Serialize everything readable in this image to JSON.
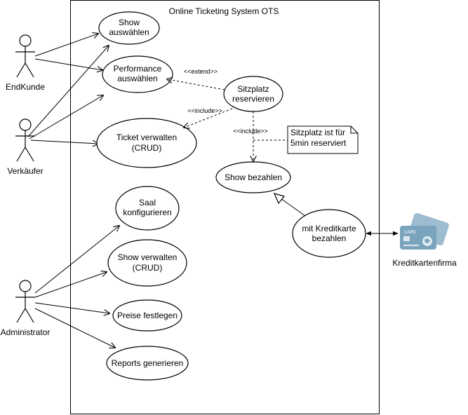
{
  "system": {
    "title": "Online  Ticketing System OTS"
  },
  "actors": {
    "endkunde": "EndKunde",
    "verkaeufer": "Verkäufer",
    "administrator": "Administrator",
    "kreditkartenfirma": "Kreditkartenfirma"
  },
  "use_cases": {
    "show_auswaehlen": [
      "Show",
      "auswählen"
    ],
    "performance_auswaehlen": [
      "Performance",
      "auswählen"
    ],
    "sitzplatz_reservieren": [
      "Sitzplatz",
      "reservieren"
    ],
    "ticket_verwalten": [
      "Ticket verwalten",
      "(CRUD)"
    ],
    "show_bezahlen": [
      "Show bezahlen"
    ],
    "saal_konfigurieren": [
      "Saal",
      "konfigurieren"
    ],
    "mit_kreditkarte_bezahlen": [
      "mit Kreditkarte",
      "bezahlen"
    ],
    "show_verwalten": [
      "Show verwalten",
      "(CRUD)"
    ],
    "preise_festlegen": [
      "Preise festlegen"
    ],
    "reports_generieren": [
      "Reports generieren"
    ]
  },
  "stereotypes": {
    "extend": "<<extend>>",
    "include_ticket": "<<include>>",
    "include_bezahlen": "<<include>>"
  },
  "note": [
    "Sitzplatz ist für",
    "5min reserviert"
  ],
  "card_icon": {
    "name": "credit-card-icon",
    "text": "CARD",
    "color": "#7aa3be"
  }
}
